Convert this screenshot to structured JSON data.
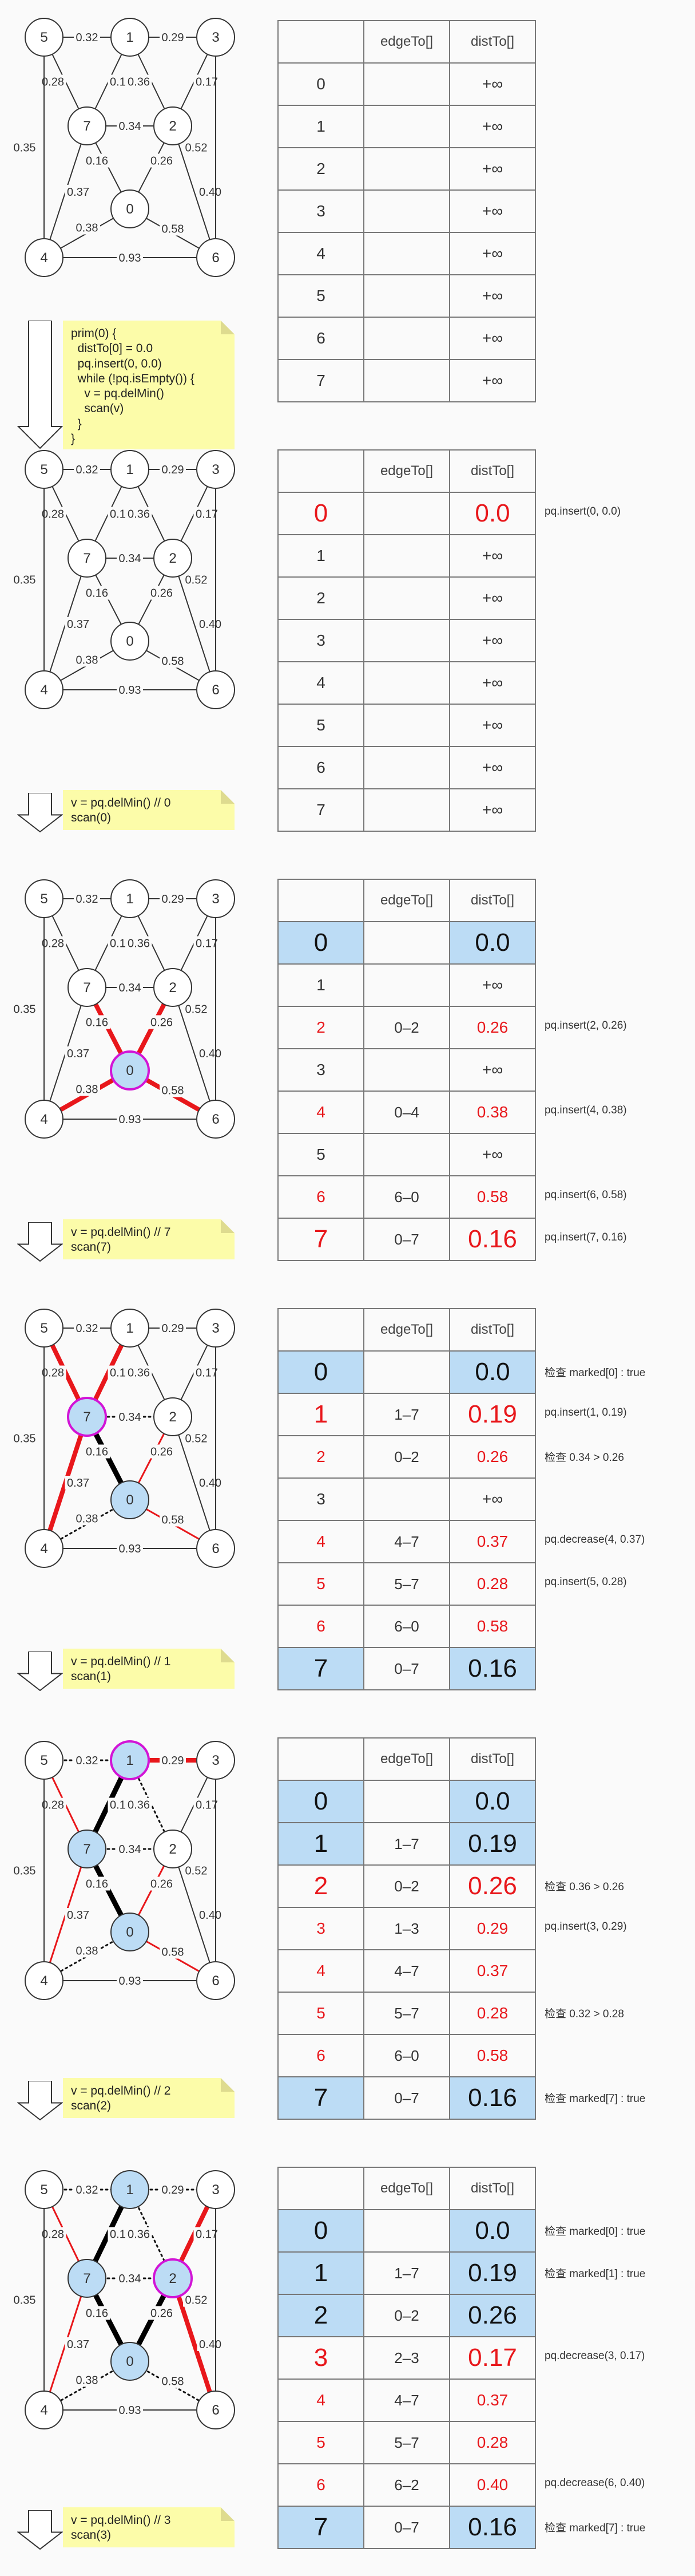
{
  "table_headers": {
    "edge": "edgeTo[]",
    "dist": "distTo[]"
  },
  "graph": {
    "vertices": [
      "0",
      "1",
      "2",
      "3",
      "4",
      "5",
      "6",
      "7"
    ],
    "edges": [
      {
        "a": "5",
        "b": "1",
        "w": "0.32"
      },
      {
        "a": "1",
        "b": "3",
        "w": "0.29"
      },
      {
        "a": "5",
        "b": "7",
        "w": "0.28"
      },
      {
        "a": "1",
        "b": "7",
        "w": "0.19"
      },
      {
        "a": "1",
        "b": "2",
        "w": "0.36"
      },
      {
        "a": "2",
        "b": "3",
        "w": "0.17"
      },
      {
        "a": "7",
        "b": "2",
        "w": "0.34"
      },
      {
        "a": "5",
        "b": "4",
        "w": "0.35"
      },
      {
        "a": "7",
        "b": "4",
        "w": "0.37"
      },
      {
        "a": "7",
        "b": "0",
        "w": "0.16"
      },
      {
        "a": "2",
        "b": "0",
        "w": "0.26"
      },
      {
        "a": "2",
        "b": "6",
        "w": "0.40"
      },
      {
        "a": "3",
        "b": "6",
        "w": "0.52"
      },
      {
        "a": "0",
        "b": "4",
        "w": "0.38"
      },
      {
        "a": "0",
        "b": "6",
        "w": "0.58"
      },
      {
        "a": "4",
        "b": "6",
        "w": "0.93"
      }
    ]
  },
  "steps": [
    {
      "graph": {
        "marked": [],
        "current": "",
        "tree": [],
        "candidates": [],
        "dotted": []
      },
      "rows": [
        {
          "idx": "0",
          "edge": "",
          "dist": "+∞",
          "state": ""
        },
        {
          "idx": "1",
          "edge": "",
          "dist": "+∞",
          "state": ""
        },
        {
          "idx": "2",
          "edge": "",
          "dist": "+∞",
          "state": ""
        },
        {
          "idx": "3",
          "edge": "",
          "dist": "+∞",
          "state": ""
        },
        {
          "idx": "4",
          "edge": "",
          "dist": "+∞",
          "state": ""
        },
        {
          "idx": "5",
          "edge": "",
          "dist": "+∞",
          "state": ""
        },
        {
          "idx": "6",
          "edge": "",
          "dist": "+∞",
          "state": ""
        },
        {
          "idx": "7",
          "edge": "",
          "dist": "+∞",
          "state": ""
        }
      ],
      "notes": [
        "",
        "",
        "",
        "",
        "",
        "",
        "",
        ""
      ],
      "code": "prim(0) {\n  distTo[0] = 0.0\n  pq.insert(0, 0.0)\n  while (!pq.isEmpty()) {\n    v = pq.delMin()\n    scan(v)\n  }\n}"
    },
    {
      "graph": {
        "marked": [],
        "current": "",
        "tree": [],
        "candidates": [],
        "dotted": []
      },
      "rows": [
        {
          "idx": "0",
          "edge": "",
          "dist": "0.0",
          "state": "new-big"
        },
        {
          "idx": "1",
          "edge": "",
          "dist": "+∞",
          "state": ""
        },
        {
          "idx": "2",
          "edge": "",
          "dist": "+∞",
          "state": ""
        },
        {
          "idx": "3",
          "edge": "",
          "dist": "+∞",
          "state": ""
        },
        {
          "idx": "4",
          "edge": "",
          "dist": "+∞",
          "state": ""
        },
        {
          "idx": "5",
          "edge": "",
          "dist": "+∞",
          "state": ""
        },
        {
          "idx": "6",
          "edge": "",
          "dist": "+∞",
          "state": ""
        },
        {
          "idx": "7",
          "edge": "",
          "dist": "+∞",
          "state": ""
        }
      ],
      "notes": [
        "pq.insert(0, 0.0)",
        "",
        "",
        "",
        "",
        "",
        "",
        ""
      ],
      "code": "v = pq.delMin() // 0\nscan(0)"
    },
    {
      "graph": {
        "marked": [],
        "current": "0",
        "tree": [],
        "candidates": [
          "0-2",
          "0-4",
          "0-6",
          "0-7"
        ],
        "dotted": []
      },
      "rows": [
        {
          "idx": "0",
          "edge": "",
          "dist": "0.0",
          "state": "marked"
        },
        {
          "idx": "1",
          "edge": "",
          "dist": "+∞",
          "state": ""
        },
        {
          "idx": "2",
          "edge": "0–2",
          "dist": "0.26",
          "state": "red"
        },
        {
          "idx": "3",
          "edge": "",
          "dist": "+∞",
          "state": ""
        },
        {
          "idx": "4",
          "edge": "0–4",
          "dist": "0.38",
          "state": "red"
        },
        {
          "idx": "5",
          "edge": "",
          "dist": "+∞",
          "state": ""
        },
        {
          "idx": "6",
          "edge": "6–0",
          "dist": "0.58",
          "state": "red"
        },
        {
          "idx": "7",
          "edge": "0–7",
          "dist": "0.16",
          "state": "new-big"
        }
      ],
      "notes": [
        "",
        "",
        "pq.insert(2, 0.26)",
        "",
        "pq.insert(4, 0.38)",
        "",
        "pq.insert(6, 0.58)",
        "pq.insert(7, 0.16)"
      ],
      "code": "v = pq.delMin() // 7\nscan(7)"
    },
    {
      "graph": {
        "marked": [
          "0"
        ],
        "current": "7",
        "tree": [
          "0-7"
        ],
        "candidates": [
          "1-7",
          "5-7",
          "4-7",
          "0-2",
          "0-6"
        ],
        "dotted": [
          "7-2",
          "0-4"
        ]
      },
      "rows": [
        {
          "idx": "0",
          "edge": "",
          "dist": "0.0",
          "state": "marked"
        },
        {
          "idx": "1",
          "edge": "1–7",
          "dist": "0.19",
          "state": "new-big"
        },
        {
          "idx": "2",
          "edge": "0–2",
          "dist": "0.26",
          "state": "red"
        },
        {
          "idx": "3",
          "edge": "",
          "dist": "+∞",
          "state": ""
        },
        {
          "idx": "4",
          "edge": "4–7",
          "dist": "0.37",
          "state": "red"
        },
        {
          "idx": "5",
          "edge": "5–7",
          "dist": "0.28",
          "state": "red"
        },
        {
          "idx": "6",
          "edge": "6–0",
          "dist": "0.58",
          "state": "red"
        },
        {
          "idx": "7",
          "edge": "0–7",
          "dist": "0.16",
          "state": "marked"
        }
      ],
      "notes": [
        "检查 marked[0] : true",
        "pq.insert(1, 0.19)",
        "检查 0.34 > 0.26",
        "",
        "pq.decrease(4, 0.37)",
        "pq.insert(5, 0.28)",
        "",
        ""
      ],
      "code": "v = pq.delMin() // 1\nscan(1)"
    },
    {
      "graph": {
        "marked": [
          "0",
          "7"
        ],
        "current": "1",
        "tree": [
          "0-7",
          "1-7"
        ],
        "candidates": [
          "1-3",
          "5-7",
          "4-7",
          "0-2",
          "0-6"
        ],
        "dotted": [
          "5-1",
          "1-2",
          "7-2",
          "0-4"
        ]
      },
      "rows": [
        {
          "idx": "0",
          "edge": "",
          "dist": "0.0",
          "state": "marked"
        },
        {
          "idx": "1",
          "edge": "1–7",
          "dist": "0.19",
          "state": "marked"
        },
        {
          "idx": "2",
          "edge": "0–2",
          "dist": "0.26",
          "state": "new-big"
        },
        {
          "idx": "3",
          "edge": "1–3",
          "dist": "0.29",
          "state": "red"
        },
        {
          "idx": "4",
          "edge": "4–7",
          "dist": "0.37",
          "state": "red"
        },
        {
          "idx": "5",
          "edge": "5–7",
          "dist": "0.28",
          "state": "red"
        },
        {
          "idx": "6",
          "edge": "6–0",
          "dist": "0.58",
          "state": "red"
        },
        {
          "idx": "7",
          "edge": "0–7",
          "dist": "0.16",
          "state": "marked"
        }
      ],
      "notes": [
        "",
        "",
        "检查 0.36 > 0.26",
        "pq.insert(3, 0.29)",
        "",
        "检查 0.32 > 0.28",
        "",
        "检查 marked[7] : true"
      ],
      "code": "v = pq.delMin() // 2\nscan(2)"
    },
    {
      "graph": {
        "marked": [
          "0",
          "7",
          "1"
        ],
        "current": "2",
        "tree": [
          "0-7",
          "1-7",
          "0-2"
        ],
        "candidates": [
          "2-3",
          "2-6",
          "5-7",
          "4-7"
        ],
        "dotted": [
          "5-1",
          "1-3",
          "1-2",
          "7-2",
          "0-4",
          "0-6"
        ]
      },
      "rows": [
        {
          "idx": "0",
          "edge": "",
          "dist": "0.0",
          "state": "marked"
        },
        {
          "idx": "1",
          "edge": "1–7",
          "dist": "0.19",
          "state": "marked"
        },
        {
          "idx": "2",
          "edge": "0–2",
          "dist": "0.26",
          "state": "marked"
        },
        {
          "idx": "3",
          "edge": "2–3",
          "dist": "0.17",
          "state": "new-big"
        },
        {
          "idx": "4",
          "edge": "4–7",
          "dist": "0.37",
          "state": "red"
        },
        {
          "idx": "5",
          "edge": "5–7",
          "dist": "0.28",
          "state": "red"
        },
        {
          "idx": "6",
          "edge": "6–2",
          "dist": "0.40",
          "state": "red"
        },
        {
          "idx": "7",
          "edge": "0–7",
          "dist": "0.16",
          "state": "marked"
        }
      ],
      "notes": [
        "检查 marked[0] : true",
        "检查 marked[1] : true",
        "",
        "pq.decrease(3, 0.17)",
        "",
        "",
        "pq.decrease(6, 0.40)",
        "检查 marked[7] : true"
      ],
      "code": "v = pq.delMin() // 3\nscan(3)"
    }
  ]
}
